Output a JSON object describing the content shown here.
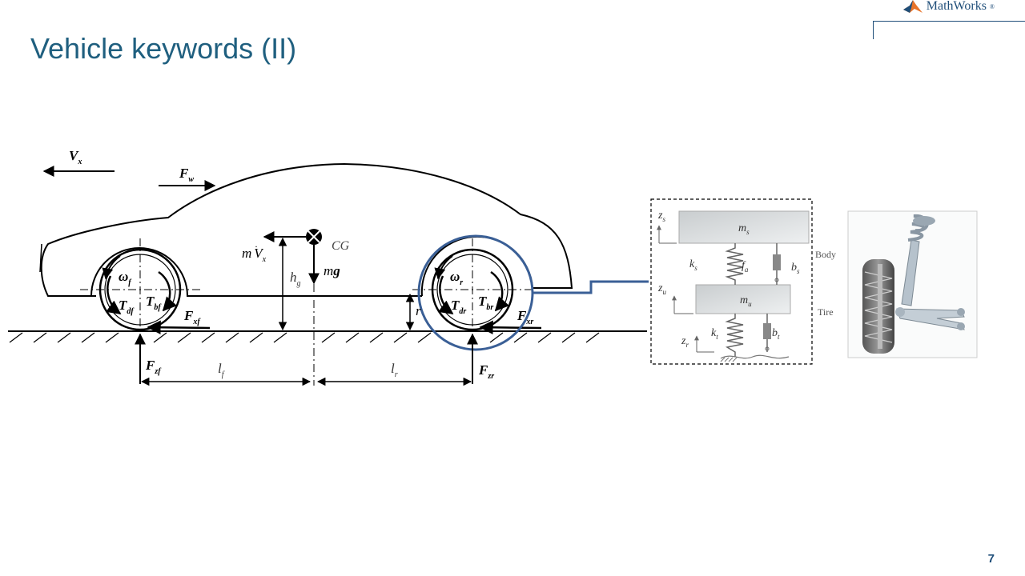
{
  "header": {
    "title": "Vehicle keywords (II)",
    "logo_text": "MathWorks",
    "page_number": "7"
  },
  "vehicle_diagram": {
    "velocity": "V",
    "velocity_sub": "x",
    "wind_force": "F",
    "wind_force_sub": "w",
    "inertia_m": "m",
    "inertia_v": "V",
    "inertia_sub": "x",
    "cg_label": "CG",
    "weight_m": "m",
    "weight_g": "g",
    "cg_height": "h",
    "cg_height_sub": "g",
    "front_omega": "ω",
    "front_omega_sub": "f",
    "front_drive_torque": "T",
    "front_drive_torque_sub": "df",
    "front_brake_torque": "T",
    "front_brake_torque_sub": "bf",
    "front_long_force": "F",
    "front_long_force_sub": "xf",
    "front_normal_force": "F",
    "front_normal_force_sub": "zf",
    "front_length": "l",
    "front_length_sub": "f",
    "rear_length": "l",
    "rear_length_sub": "r",
    "rear_omega": "ω",
    "rear_omega_sub": "r",
    "rear_drive_torque": "T",
    "rear_drive_torque_sub": "dr",
    "rear_brake_torque": "T",
    "rear_brake_torque_sub": "br",
    "rear_long_force": "F",
    "rear_long_force_sub": "xr",
    "rear_normal_force": "F",
    "rear_normal_force_sub": "zr",
    "rear_radius": "r"
  },
  "suspension_model": {
    "sprung_mass": "m",
    "sprung_mass_sub": "s",
    "unsprung_mass": "m",
    "unsprung_mass_sub": "u",
    "body_disp": "z",
    "body_disp_sub": "s",
    "wheel_disp": "z",
    "wheel_disp_sub": "u",
    "road_disp": "z",
    "road_disp_sub": "r",
    "spring_s": "k",
    "spring_s_sub": "s",
    "actuator": "f",
    "actuator_sub": "a",
    "damper_s": "b",
    "damper_s_sub": "s",
    "spring_t": "k",
    "spring_t_sub": "t",
    "damper_t": "b",
    "damper_t_sub": "t",
    "body_label": "Body",
    "tire_label": "Tire"
  },
  "colors": {
    "title": "#1f5f7f",
    "highlight": "#3a5f96",
    "logo": "#1f4e79",
    "mass_block": "#d4d8da"
  }
}
